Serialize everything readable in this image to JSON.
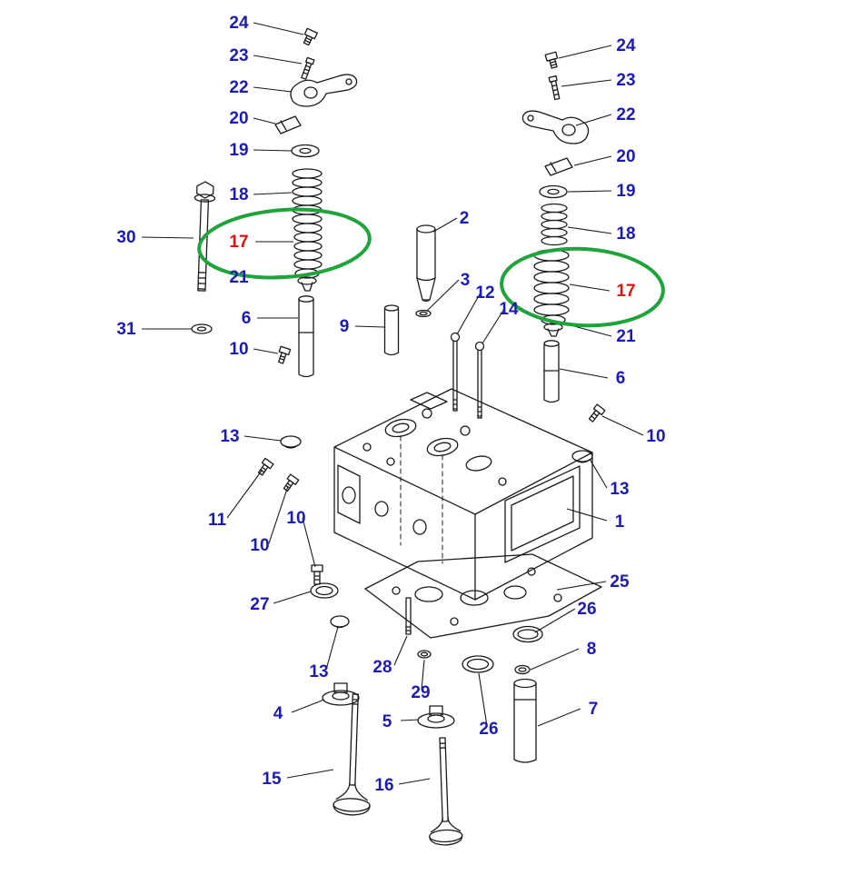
{
  "diagram": {
    "type": "exploded-parts-diagram",
    "subject": "cylinder head assembly parts diagram",
    "background": "#ffffff",
    "colors": {
      "callout_blue": "#1b1bb4",
      "callout_red": "#e01010",
      "highlight_green": "#1fa43c",
      "line_black": "#1a1a1a"
    },
    "callouts": [
      {
        "id": "24-upper-left",
        "text": "24",
        "color": "blue"
      },
      {
        "id": "23-upper-left",
        "text": "23",
        "color": "blue"
      },
      {
        "id": "22-upper-left",
        "text": "22",
        "color": "blue"
      },
      {
        "id": "20-upper-left",
        "text": "20",
        "color": "blue"
      },
      {
        "id": "19-upper-left",
        "text": "19",
        "color": "blue"
      },
      {
        "id": "18-upper-left",
        "text": "18",
        "color": "blue"
      },
      {
        "id": "30-left",
        "text": "30",
        "color": "blue"
      },
      {
        "id": "17-left-highlighted",
        "text": "17",
        "color": "red"
      },
      {
        "id": "21-left",
        "text": "21",
        "color": "blue"
      },
      {
        "id": "31-left",
        "text": "31",
        "color": "blue"
      },
      {
        "id": "6-left",
        "text": "6",
        "color": "blue"
      },
      {
        "id": "10-upper-left",
        "text": "10",
        "color": "blue"
      },
      {
        "id": "9-center",
        "text": "9",
        "color": "blue"
      },
      {
        "id": "2-center",
        "text": "2",
        "color": "blue"
      },
      {
        "id": "3-center",
        "text": "3",
        "color": "blue"
      },
      {
        "id": "12-center",
        "text": "12",
        "color": "blue"
      },
      {
        "id": "14-center",
        "text": "14",
        "color": "blue"
      },
      {
        "id": "24-upper-right",
        "text": "24",
        "color": "blue"
      },
      {
        "id": "23-upper-right",
        "text": "23",
        "color": "blue"
      },
      {
        "id": "22-upper-right",
        "text": "22",
        "color": "blue"
      },
      {
        "id": "20-upper-right",
        "text": "20",
        "color": "blue"
      },
      {
        "id": "19-upper-right",
        "text": "19",
        "color": "blue"
      },
      {
        "id": "18-upper-right",
        "text": "18",
        "color": "blue"
      },
      {
        "id": "17-right-highlighted",
        "text": "17",
        "color": "red"
      },
      {
        "id": "21-right",
        "text": "21",
        "color": "blue"
      },
      {
        "id": "6-right",
        "text": "6",
        "color": "blue"
      },
      {
        "id": "10-right",
        "text": "10",
        "color": "blue"
      },
      {
        "id": "13-right",
        "text": "13",
        "color": "blue"
      },
      {
        "id": "1-cylinder-head",
        "text": "1",
        "color": "blue"
      },
      {
        "id": "13-mid-left",
        "text": "13",
        "color": "blue"
      },
      {
        "id": "11-mid-left",
        "text": "11",
        "color": "blue"
      },
      {
        "id": "10-mid-left-lower",
        "text": "10",
        "color": "blue"
      },
      {
        "id": "10-mid-left-upper",
        "text": "10",
        "color": "blue"
      },
      {
        "id": "27-lower-left",
        "text": "27",
        "color": "blue"
      },
      {
        "id": "13-lower-left",
        "text": "13",
        "color": "blue"
      },
      {
        "id": "28-lower",
        "text": "28",
        "color": "blue"
      },
      {
        "id": "29-lower",
        "text": "29",
        "color": "blue"
      },
      {
        "id": "4-lower-left",
        "text": "4",
        "color": "blue"
      },
      {
        "id": "5-lower",
        "text": "5",
        "color": "blue"
      },
      {
        "id": "26-lower-center",
        "text": "26",
        "color": "blue"
      },
      {
        "id": "25-gasket",
        "text": "25",
        "color": "blue"
      },
      {
        "id": "26-lower-right",
        "text": "26",
        "color": "blue"
      },
      {
        "id": "8-lower-right",
        "text": "8",
        "color": "blue"
      },
      {
        "id": "7-lower-right",
        "text": "7",
        "color": "blue"
      },
      {
        "id": "15-bottom-left",
        "text": "15",
        "color": "blue"
      },
      {
        "id": "16-bottom",
        "text": "16",
        "color": "blue"
      }
    ],
    "highlights": [
      {
        "shape": "ellipse",
        "color": "green",
        "around_callout": "17-left-highlighted"
      },
      {
        "shape": "ellipse",
        "color": "green",
        "around_callout": "17-right-highlighted"
      }
    ]
  }
}
